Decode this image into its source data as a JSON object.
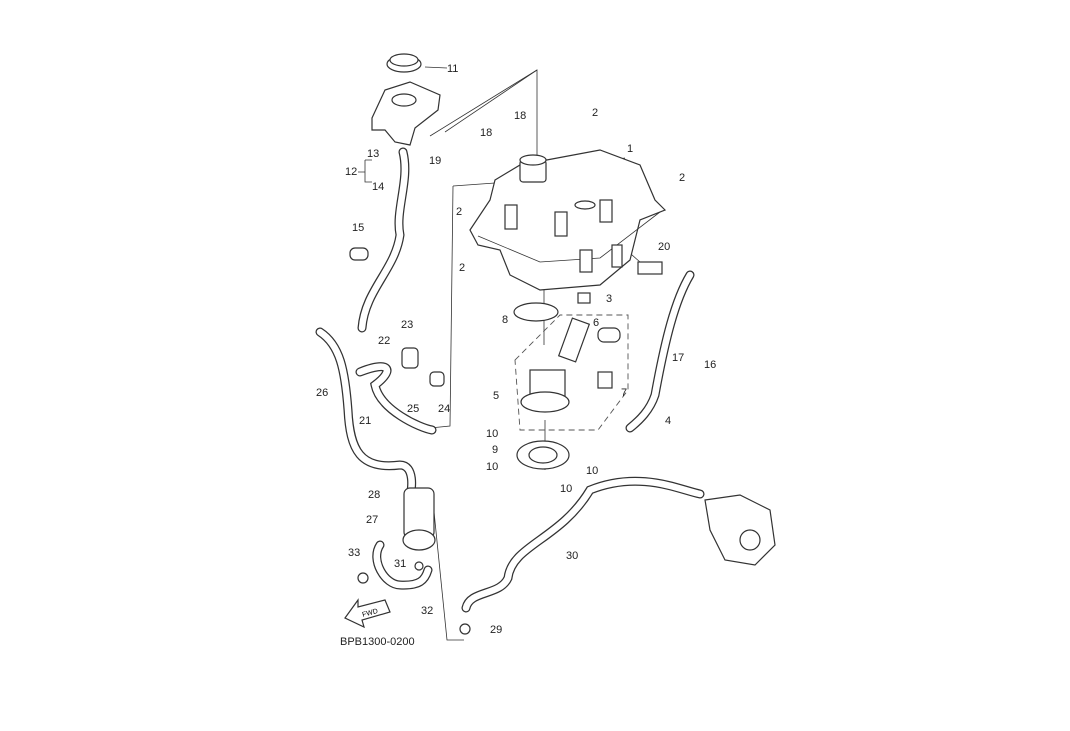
{
  "diagram_code": "BPB1300-0200",
  "fwd_label": "FWD",
  "callouts": [
    "11",
    "18",
    "2",
    "18",
    "13",
    "19",
    "1",
    "12",
    "14",
    "2",
    "2",
    "15",
    "20",
    "2",
    "3",
    "8",
    "6",
    "23",
    "22",
    "17",
    "16",
    "7",
    "5",
    "26",
    "25",
    "24",
    "21",
    "4",
    "10",
    "9",
    "10",
    "10",
    "10",
    "28",
    "27",
    "30",
    "33",
    "31",
    "32",
    "29"
  ]
}
